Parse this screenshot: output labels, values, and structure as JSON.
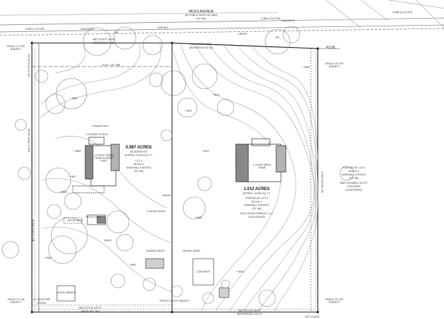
{
  "street": {
    "name": "MILES AVENUE",
    "row": "(50' PUBLIC RIGHT-OF-WAY)",
    "ref": "(S/T HB)",
    "curb": "CURB & GUTTER",
    "curb2": "CURB & GUTTER"
  },
  "bearings": {
    "north": "N82°22'25\"E 120.00'",
    "north_ref": "(REFERENCE 120')",
    "north2": "N82°22'25\"E 59.15'",
    "north2_ref": "(REFERENCE 59.15')",
    "south": "N82°24'15\"W 140.97'",
    "south_ref": "(BASELINE 140')",
    "south2": "N82°21'11\"W 104.37'",
    "south2_ref": "(REFERENCE 104.37')",
    "west": "N07°37'35\"W 301.53'",
    "west2": "N07°37'35\"W 158.38'",
    "west3": "N07°37'55\"E 208.49'",
    "east": "S07°38'23\"E 299.47'"
  },
  "points": {
    "pob": "P.O.B.",
    "setback": "25' B.L. (S/T HB)"
  },
  "lot_west": {
    "area": "0.987 ACRES",
    "surveyed": "AS SURVEYED",
    "sqft": "APPROX. 43,000 SQ. FT.",
    "lot": "LOT 4",
    "block": "BLOCK 4",
    "sub": "MARSHALL ESTATES",
    "ref": "(S/T HB)",
    "house": "1 STORY FRAME HOME W/ BRICK FACE",
    "porch": "COVERED PORCH"
  },
  "lot_east": {
    "area": "1.012 ACRES",
    "sqft": "APPROX. 44,081 SQ. FT.",
    "portion": "PORTION OF LOT 5",
    "block": "BLOCK 4",
    "sub": "MARSHALL ESTATES",
    "ref": "(S/T HB)",
    "owner": "DELS DEVELOPMENTS, LLC",
    "owner_ref": "(2021-R09423)",
    "house": "1 STORY BRICK HOME"
  },
  "adjacent_east": {
    "text": "PORTION OF LOT 5",
    "block": "BLOCK 4",
    "sub": "MARSHALL ESTATES",
    "ref": "(S/T HB)",
    "owner": "MARY BONNELL SCOTT",
    "acres": "0.95 ACRES",
    "doc": "(2018-R09992)"
  },
  "labels": {
    "concrete": "CONCRETE",
    "asphalt": "ASPHALT",
    "grass": "GRASS",
    "gravel": "GRAVEL",
    "shed": "WOOD SHED",
    "wood_deck": "WOOD DECK",
    "fence": "6' WOOD FENCE",
    "fence_corner": "FENCE 0.5' OFF SUBJECT",
    "shared_drive": "SHARED DRIVE",
    "gravel_drive": "GRAVEL DRIVE",
    "curb_gutter": "CURB & GUTTER",
    "trees": "TREES",
    "garage": "WOOD GARAGE",
    "pipe": "1/2\" IRON PIPE",
    "found": "FOUND",
    "not_found": "NOT FOUND",
    "mh": "MH",
    "wv": "WV",
    "power": "POWER POLE"
  },
  "elevations": [
    "+ 5672",
    "+ 5675",
    "+ 5670",
    "+ 5666",
    "+ 5669",
    "+ 5665",
    "+ 5664",
    "+ 5663",
    "+ 5662",
    "+ 5661",
    "+ 5680",
    "+ 5677"
  ],
  "corners": {
    "nw": "FENCE 0.7' OFF SUBJECT",
    "ne": "FENCE 0.6' OFF SUBJECT",
    "sw": "FENCE 0.4' ON SUBJECT",
    "se": "FENCE 0.5' OFF SUBJECT"
  }
}
